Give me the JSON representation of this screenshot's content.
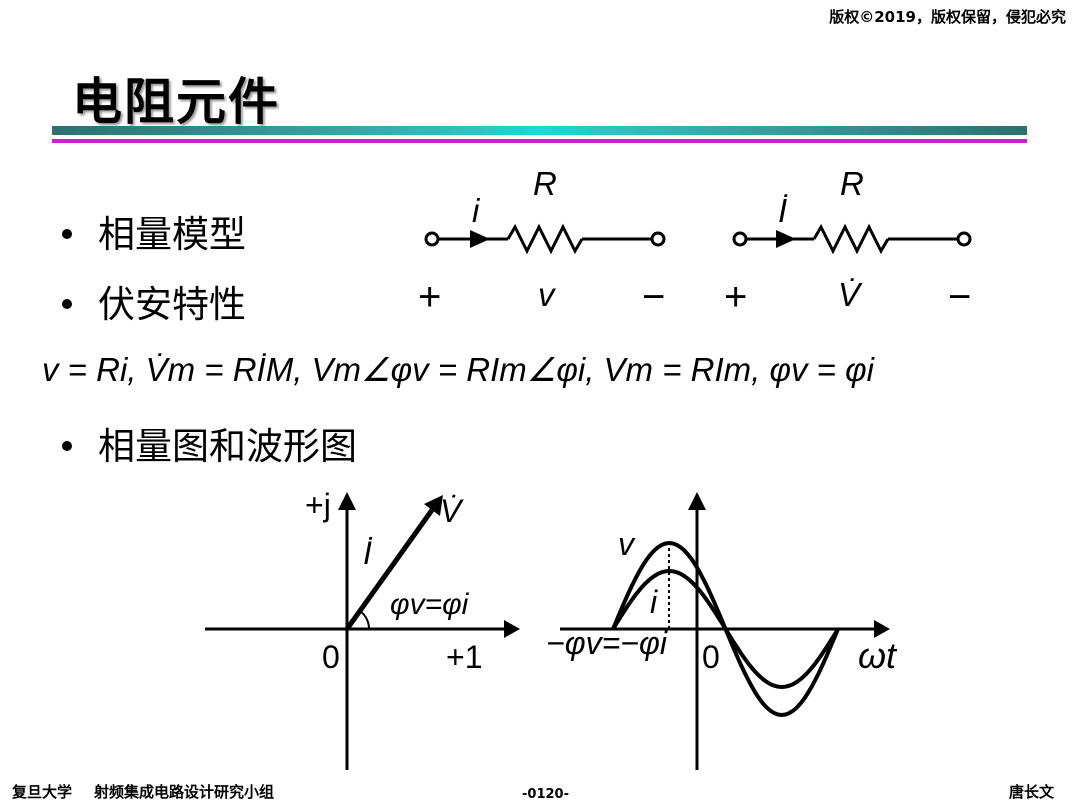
{
  "header": {
    "copyright": "版权©2019，版权保留，侵犯必究"
  },
  "slide": {
    "title": "电阻元件",
    "bullets": [
      "相量模型",
      "伏安特性",
      "相量图和波形图"
    ],
    "formula": "v = Ri, V̇m = RİM, Vm∠φv = RIm∠φi, Vm = RIm, φv = φi"
  },
  "circuit_left": {
    "current": "i",
    "resistor": "R",
    "plus": "+",
    "voltage": "v",
    "minus": "−"
  },
  "circuit_right": {
    "current": "İ",
    "resistor": "R",
    "plus": "+",
    "voltage": "V̇",
    "minus": "−"
  },
  "phasor": {
    "imag_axis": "+j",
    "real_axis": "+1",
    "origin": "0",
    "voltage": "V̇",
    "current": "İ",
    "angle": "φv=φi"
  },
  "waveform": {
    "voltage": "v",
    "current": "i",
    "origin": "0",
    "x_axis": "ωt",
    "phase": "−φv=−φi"
  },
  "footer": {
    "institution": "复旦大学",
    "group": "射频集成电路设计研究小组",
    "page": "-0120-",
    "author": "唐长文"
  }
}
